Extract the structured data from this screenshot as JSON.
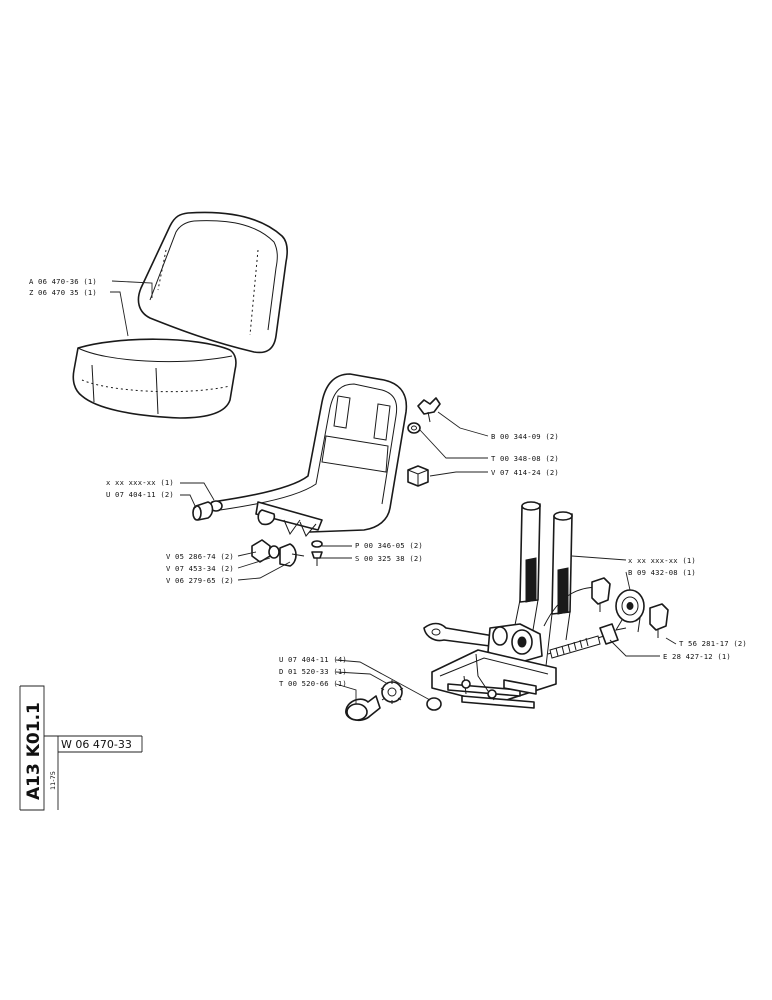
{
  "labels": {
    "a_06_470_36": "A 06 470-36 (1)",
    "z_06_470_35": "Z 06 470  35 (1)",
    "b_00_344_09": "B 00 344-09 (2)",
    "t_00_348_09": "T 00 348-08 (2)",
    "v_07_414_24": "V 07 414-24 (2)",
    "x_frame": "x xx xxx-xx (1)",
    "u_07_404_11_2": "U 07 404-11 (2)",
    "p_00_346_05": "P 00 346-05 (2)",
    "s_00_325_38": "S 00 325  38 (2)",
    "v_05_286_74": "V 05 286-74 (2)",
    "v_07_453_34": "V 07 453-34 (2)",
    "v_06_279_65": "V 06 279-65 (2)",
    "x_suspension": "x xx xxx-xx (1)",
    "b_09_432_08": "B 09 432-08 (1)",
    "t_56_281_17": "T 56 281-17 (2)",
    "e_28_427_12": "E 28 427-12 (1)",
    "u_07_404_11_4": "U 07 404-11 (4)",
    "d_01_520_33": "D 01 520-33 (1)",
    "t_00_520_66": "T 00 520-66 (1)"
  },
  "title_block": {
    "section_code": "A13 K01.1",
    "date": "11-75",
    "drawing_number": "W 06 470-33"
  }
}
